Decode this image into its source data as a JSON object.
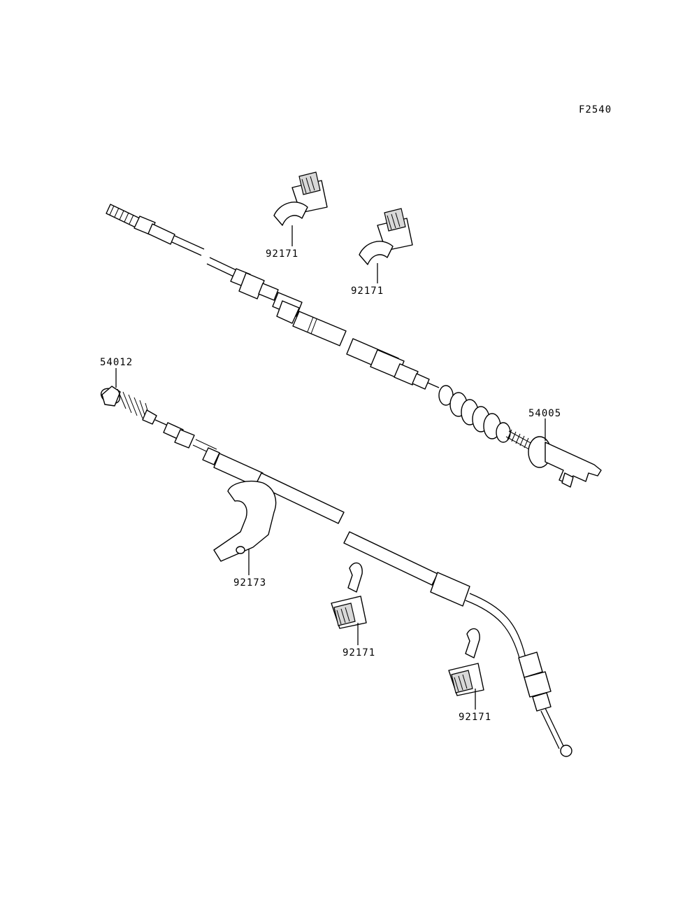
{
  "figure_code": "F2540",
  "callouts": [
    {
      "id": "c1",
      "number": "92171"
    },
    {
      "id": "c2",
      "number": "92171"
    },
    {
      "id": "c3",
      "number": "54012"
    },
    {
      "id": "c4",
      "number": "54005"
    },
    {
      "id": "c5",
      "number": "92173"
    },
    {
      "id": "c6",
      "number": "92171"
    },
    {
      "id": "c7",
      "number": "92171"
    }
  ]
}
